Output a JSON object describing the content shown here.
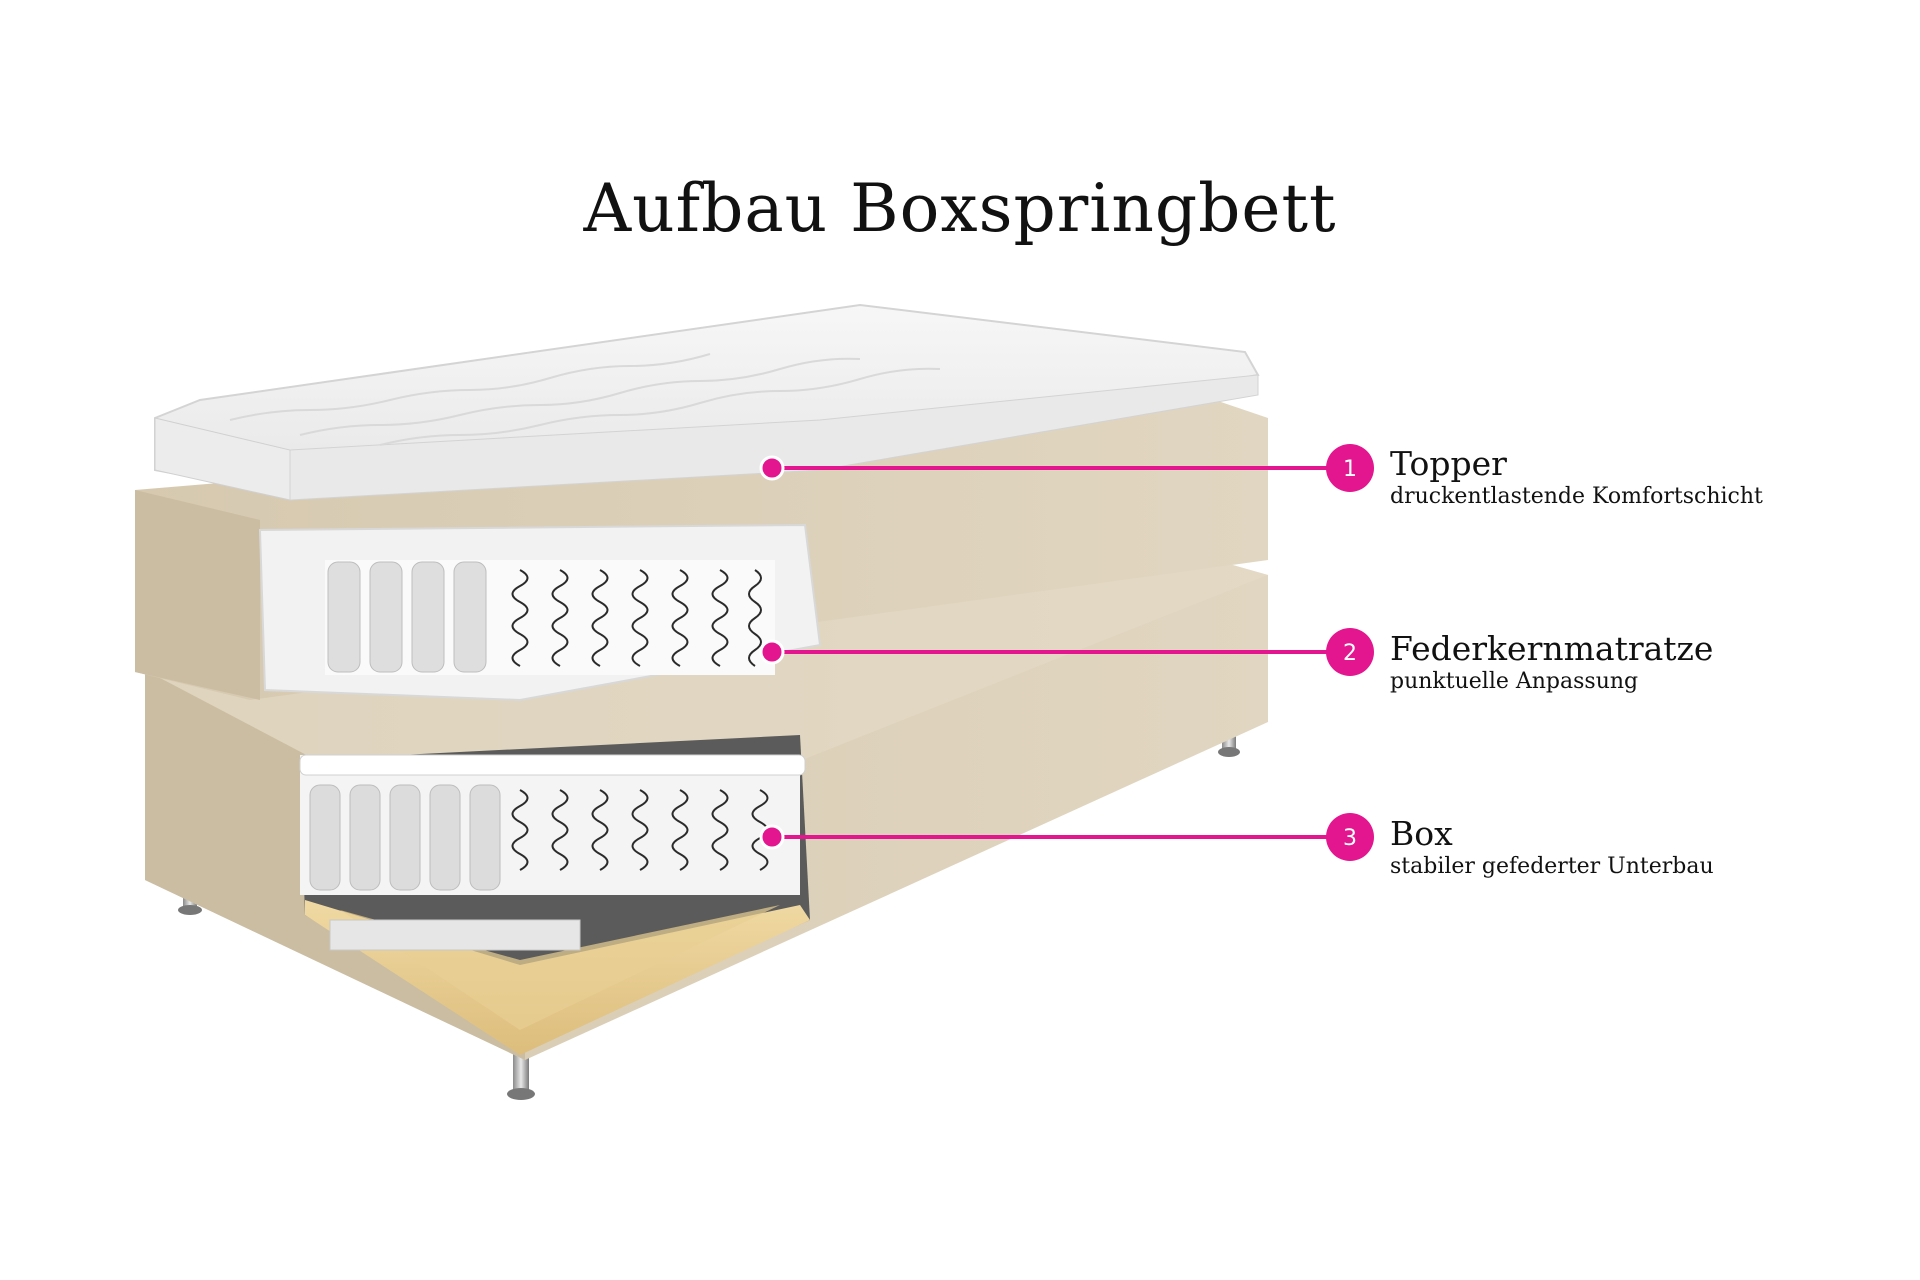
{
  "title": "Aufbau Boxspringbett",
  "colors": {
    "accent": "#e3158f",
    "fabric": "#d9cdb7",
    "wood": "#e9cf93"
  },
  "callouts": [
    {
      "number": "1",
      "title": "Topper",
      "subtitle": "druckentlastende Komfortschicht"
    },
    {
      "number": "2",
      "title": "Federkernmatratze",
      "subtitle": "punktuelle Anpassung"
    },
    {
      "number": "3",
      "title": "Box",
      "subtitle": "stabiler gefederter Unterbau"
    }
  ]
}
